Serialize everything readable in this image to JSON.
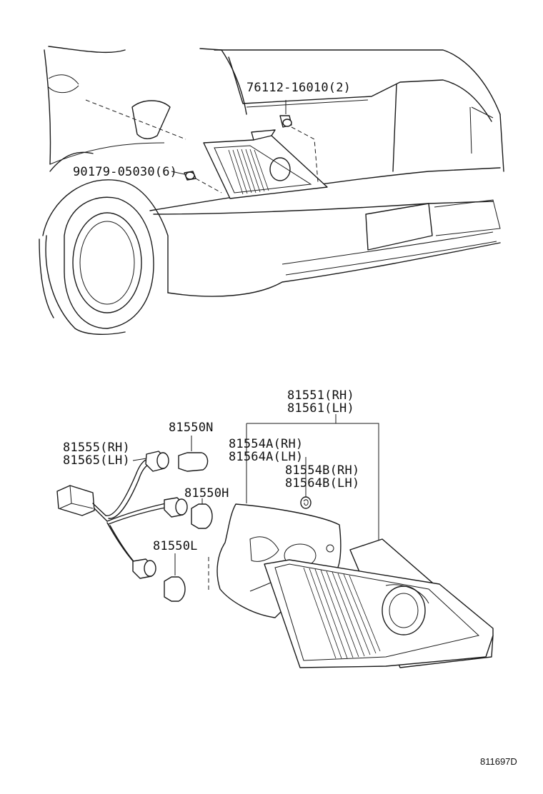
{
  "labels": {
    "screw_top": "76112-16010(2)",
    "screw_side": "90179-05030(6)",
    "lens_rh": "81551(RH)",
    "lens_lh": "81561(LH)",
    "bulb_n": "81550N",
    "socket_rh": "81555(RH)",
    "socket_lh": "81565(LH)",
    "gasket_a_rh": "81554A(RH)",
    "gasket_a_lh": "81564A(LH)",
    "gasket_b_rh": "81554B(RH)",
    "gasket_b_lh": "81564B(LH)",
    "bulb_h": "81550H",
    "bulb_l": "81550L"
  },
  "diagram_code": "811697D"
}
